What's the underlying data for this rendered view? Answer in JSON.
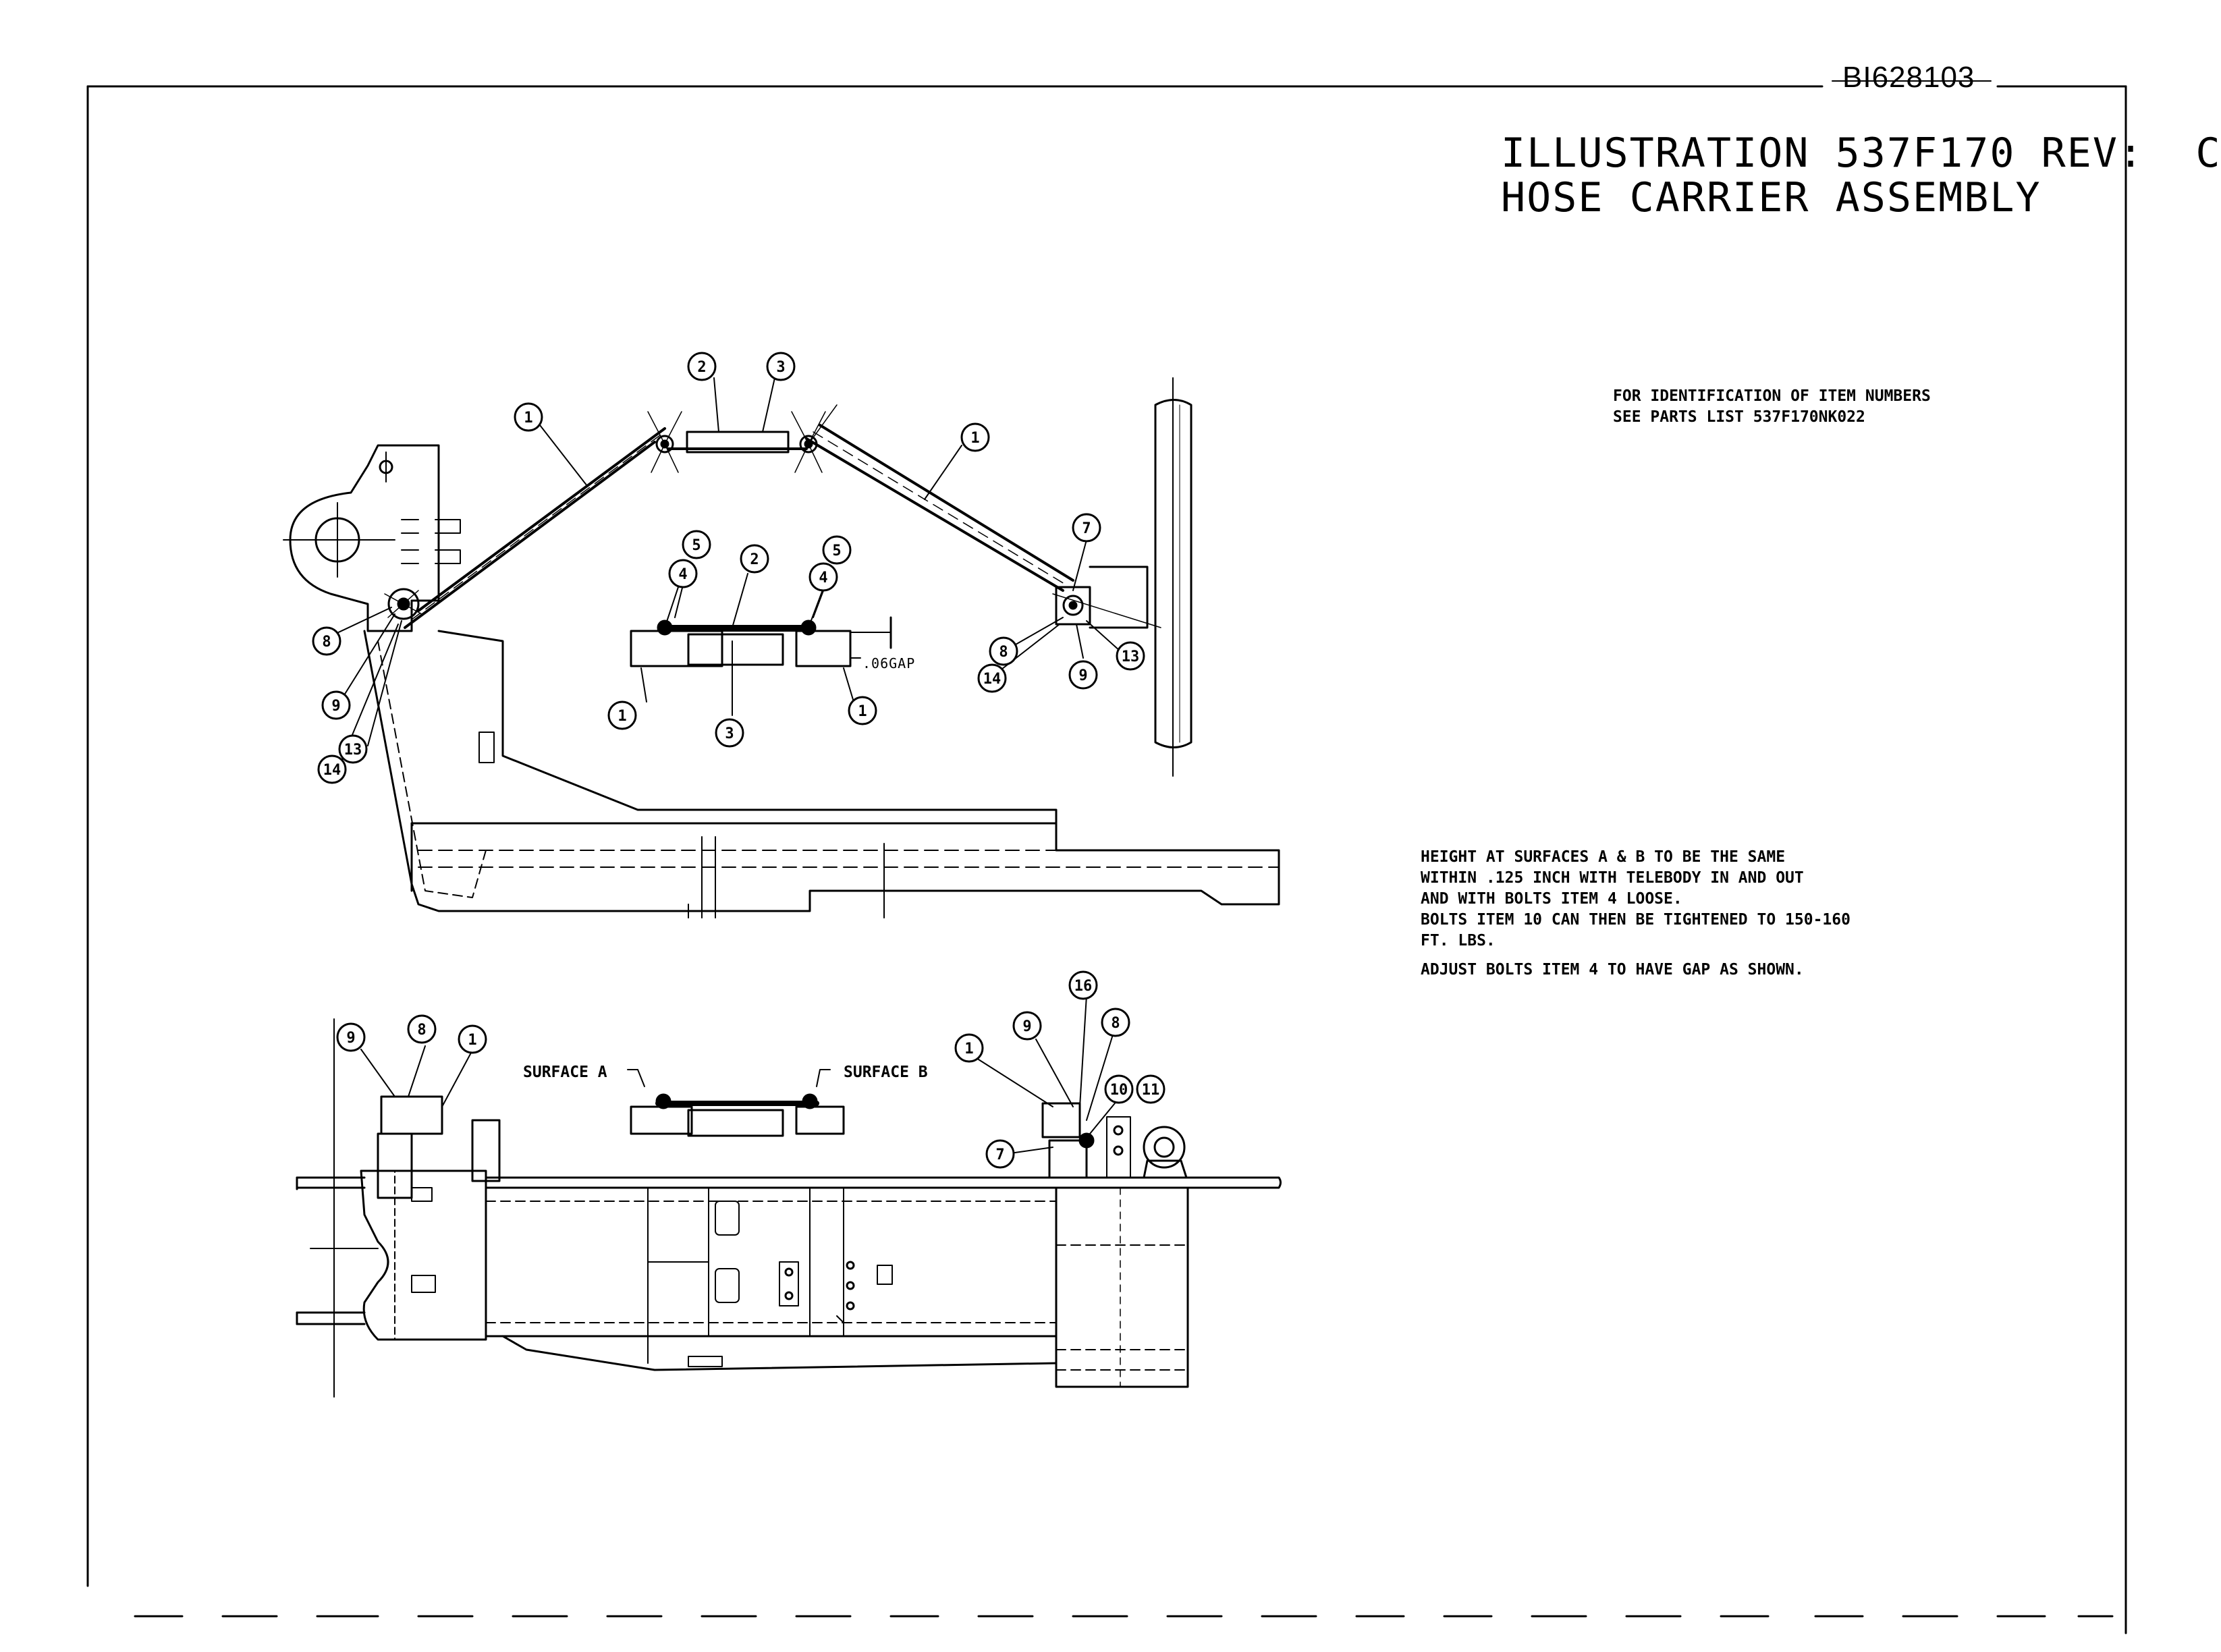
{
  "document_id": "BI628103",
  "title": {
    "line1": "ILLUSTRATION 537F170 REV:  C",
    "line2": "HOSE CARRIER ASSEMBLY"
  },
  "notes": {
    "parts_reference": [
      "FOR IDENTIFICATION OF ITEM NUMBERS",
      "SEE PARTS LIST 537F170NK022"
    ],
    "instructions": [
      "HEIGHT AT SURFACES A & B TO BE THE SAME",
      "WITHIN .125 INCH WITH TELEBODY IN AND OUT",
      "AND WITH BOLTS ITEM 4 LOOSE.",
      "BOLTS ITEM 10 CAN THEN BE TIGHTENED TO 150-160",
      "FT. LBS.",
      "ADJUST BOLTS ITEM 4 TO HAVE GAP AS SHOWN."
    ]
  },
  "labels": {
    "gap": ".06GAP",
    "surface_a": "SURFACE A",
    "surface_b": "SURFACE B"
  },
  "balloons": {
    "top_view": [
      "2",
      "3",
      "1",
      "1",
      "7",
      "8",
      "9",
      "13",
      "14",
      "8",
      "9",
      "13",
      "14"
    ],
    "detail_gap": [
      "5",
      "4",
      "2",
      "5",
      "4",
      "1",
      "3",
      "1"
    ],
    "side_view": [
      "9",
      "8",
      "1",
      "1",
      "9",
      "16",
      "8",
      "10",
      "11",
      "7"
    ]
  }
}
